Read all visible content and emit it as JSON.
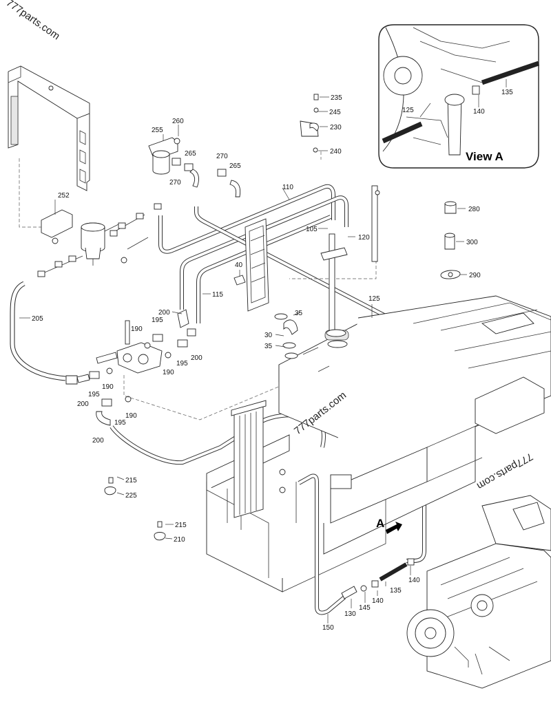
{
  "watermarks": [
    "777parts.com",
    "777parts.com",
    "777parts.com"
  ],
  "view_a_title": "View A",
  "arrow_label": "A",
  "callouts": {
    "c235": "235",
    "c245": "245",
    "c230": "230",
    "c240": "240",
    "c260": "260",
    "c255": "255",
    "c265a": "265",
    "c270a": "270",
    "c270b": "270",
    "c265b": "265",
    "c252": "252",
    "c110": "110",
    "c105": "105",
    "c120": "120",
    "c280": "280",
    "c300": "300",
    "c290": "290",
    "c40": "40",
    "c115": "115",
    "c125": "125",
    "c205": "205",
    "c200a": "200",
    "c195a": "195",
    "c190a": "190",
    "c35a": "35",
    "c30": "30",
    "c35b": "35",
    "c195b": "195",
    "c200b": "200",
    "c190b": "190",
    "c195c": "195",
    "c190c": "190",
    "c200c": "200",
    "c195d": "195",
    "c190d": "190",
    "c200d": "200",
    "c215a": "215",
    "c225": "225",
    "c215b": "215",
    "c210": "210",
    "c140a": "140",
    "c135a": "135",
    "c140b": "140",
    "c145": "145",
    "c130": "130",
    "c150": "150",
    "v125": "125",
    "v140": "140",
    "v135": "135"
  }
}
